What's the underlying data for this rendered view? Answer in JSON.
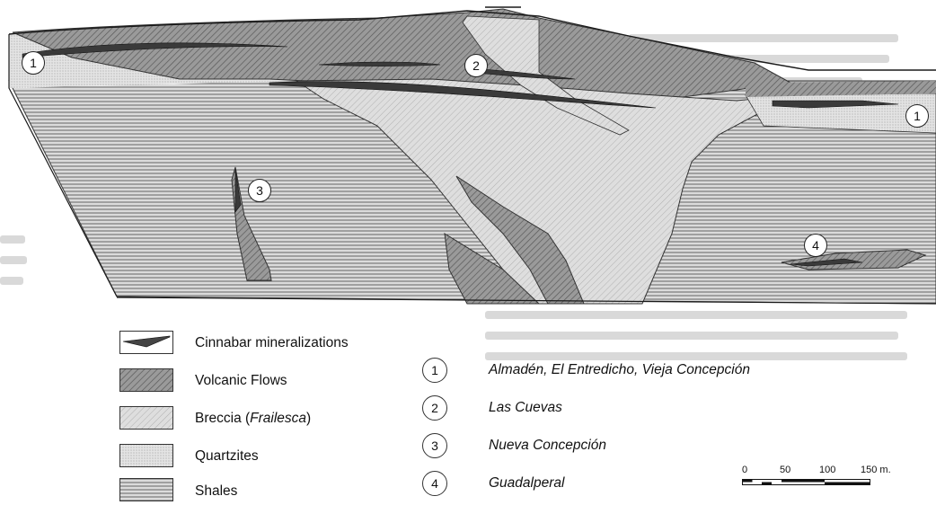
{
  "map_labels": [
    "1",
    "2",
    "3",
    "1",
    "4"
  ],
  "legend": [
    {
      "key": "cinnabar",
      "label": "Cinnabar mineralizations",
      "pattern": "cinnabar"
    },
    {
      "key": "volcanic",
      "label": "Volcanic Flows",
      "pattern": "hatch-dark"
    },
    {
      "key": "breccia",
      "label_prefix": "Breccia (",
      "label_italic": "Frailesca",
      "label_suffix": ")",
      "pattern": "hatch-light"
    },
    {
      "key": "quartzites",
      "label": "Quartzites",
      "pattern": "stipple"
    },
    {
      "key": "shales",
      "label": "Shales",
      "pattern": "horizontal-lines"
    }
  ],
  "localities": [
    {
      "num": "1",
      "name": "Almadén, El Entredicho, Vieja Concepción"
    },
    {
      "num": "2",
      "name": "Las Cuevas"
    },
    {
      "num": "3",
      "name": "Nueva Concepción"
    },
    {
      "num": "4",
      "name": "Guadalperal"
    }
  ],
  "scale_bar": {
    "ticks": [
      "0",
      "50",
      "100",
      "150 m."
    ]
  },
  "colors": {
    "ink": "#1a1a1a",
    "volcanic": "#8a8a8a",
    "breccia": "#d4d4d4",
    "cinnabar": "#444444"
  }
}
